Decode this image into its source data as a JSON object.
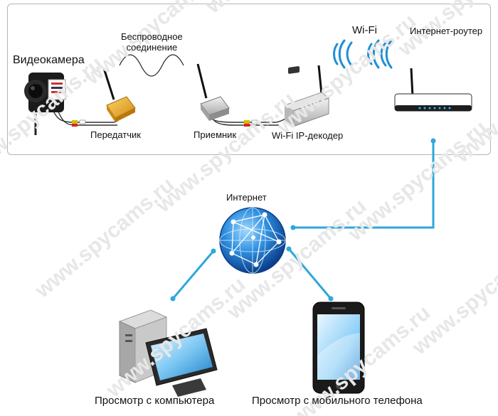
{
  "labels": {
    "camera": "Видеокамера",
    "wireless": "Беспроводное\nсоединение",
    "wireless_line1": "Беспроводное",
    "wireless_line2": "соединение",
    "transmitter": "Передатчик",
    "receiver": "Приемник",
    "decoder": "Wi-Fi IP-декодер",
    "wifi": "Wi-Fi",
    "router": "Интернет-роутер",
    "internet": "Интернет",
    "computer_view": "Просмотр с компьютера",
    "phone_view": "Просмотр с мобильного телефона"
  },
  "watermark": "www.spycams.ru",
  "colors": {
    "connector": "#2ea7dc",
    "transmitter_body": "#e8a628",
    "globe": "#1d74c8",
    "wifi_waves": "#1e8fd6",
    "frame_border": "#b5b5b5"
  },
  "icons": {
    "camera": "camera-icon",
    "transmitter": "transmitter-icon",
    "receiver": "receiver-icon",
    "decoder": "decoder-icon",
    "router": "router-icon",
    "globe": "globe-icon",
    "computer": "computer-icon",
    "phone": "phone-icon"
  }
}
